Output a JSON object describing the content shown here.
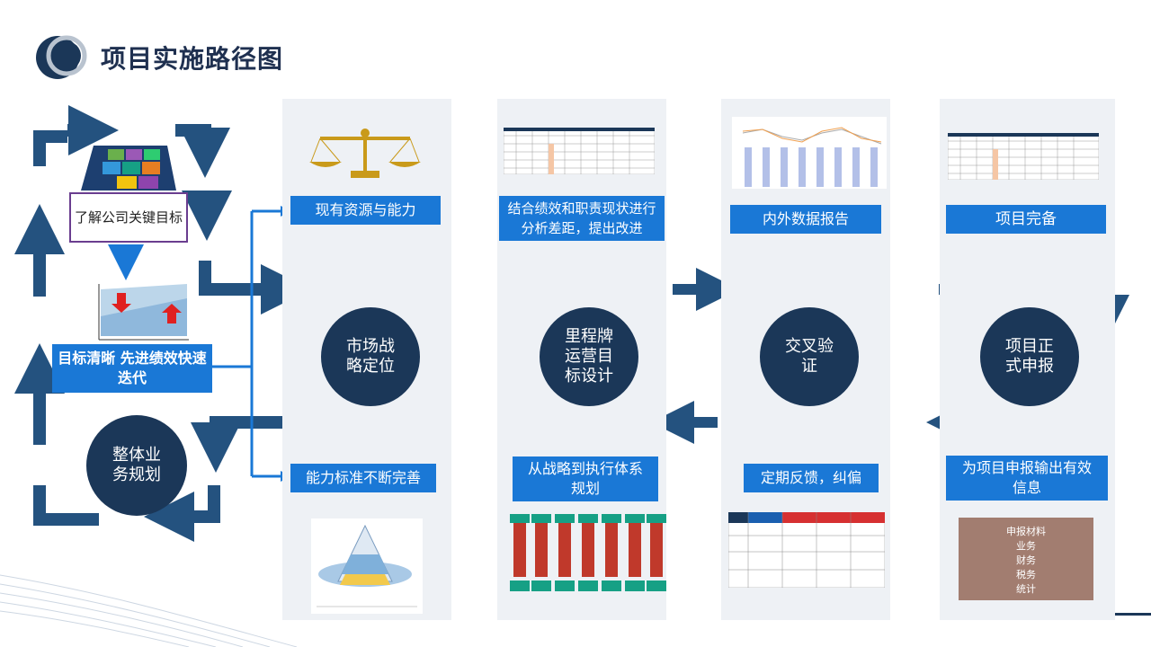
{
  "title": "项目实施路径图",
  "left": {
    "goal_box": "了解公司关键目标",
    "goal_clear": "目标清晰 先进绩效快速迭代",
    "overall": "整体业务规划"
  },
  "columns": [
    {
      "top_label": "现有资源与能力",
      "circle": "市场战略定位",
      "bottom_label": "能力标准不断完善"
    },
    {
      "top_label": "结合绩效和职责现状进行分析差距，提出改进",
      "circle": "里程牌运营目标设计",
      "bottom_label": "从战略到执行体系规划"
    },
    {
      "top_label": "内外数据报告",
      "circle": "交叉验证",
      "bottom_label": "定期反馈，纠偏"
    },
    {
      "top_label": "项目完备",
      "circle": "项目正式申报",
      "bottom_label": "为项目申报输出有效信息"
    }
  ],
  "report_items": [
    "申报材料",
    "业务",
    "财务",
    "税务",
    "统计"
  ],
  "colors": {
    "navy": "#1b3758",
    "blue": "#1a78d6",
    "arrow": "#24527f",
    "panel": "#eef1f5",
    "brown": "#a27d70"
  }
}
